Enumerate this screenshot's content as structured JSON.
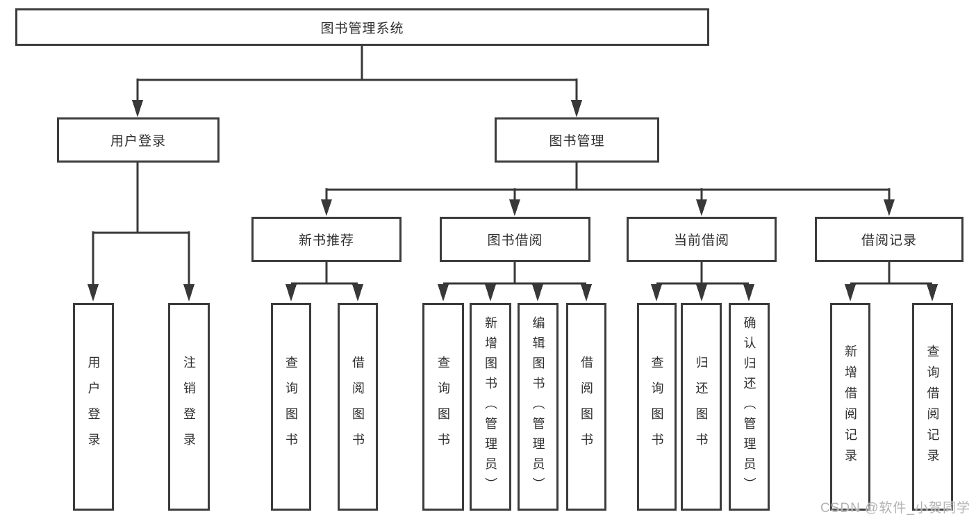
{
  "tree": {
    "label": "图书管理系统",
    "children": [
      {
        "label": "用户登录",
        "children": [
          {
            "label": "用户登录"
          },
          {
            "label": "注销登录"
          }
        ]
      },
      {
        "label": "图书管理",
        "children": [
          {
            "label": "新书推荐",
            "children": [
              {
                "label": "查询图书"
              },
              {
                "label": "借阅图书"
              }
            ]
          },
          {
            "label": "图书借阅",
            "children": [
              {
                "label": "查询图书"
              },
              {
                "label": "新增图书（管理员）"
              },
              {
                "label": "编辑图书（管理员）"
              },
              {
                "label": "借阅图书"
              }
            ]
          },
          {
            "label": "当前借阅",
            "children": [
              {
                "label": "查询图书"
              },
              {
                "label": "归还图书"
              },
              {
                "label": "确认归还（管理员）"
              }
            ]
          },
          {
            "label": "借阅记录",
            "children": [
              {
                "label": "新增借阅记录"
              },
              {
                "label": "查询借阅记录"
              }
            ]
          }
        ]
      }
    ]
  },
  "watermark": "CSDN @软件_小贺同学",
  "colors": {
    "line": "#383838",
    "box_border": "#3c3c3c",
    "text": "#2e2e2e",
    "watermark": "#b2b2b2",
    "background": "#ffffff"
  }
}
